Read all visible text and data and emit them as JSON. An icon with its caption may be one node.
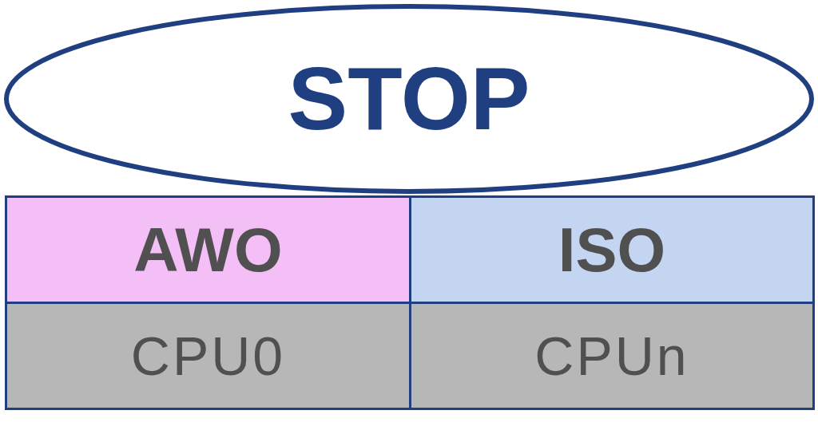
{
  "diagram": {
    "nodes": [
      {
        "text": [
          "STOP"
        ]
      },
      {
        "text": [
          "AWO"
        ]
      },
      {
        "text": [
          "ISO"
        ]
      },
      {
        "text": [
          "CPU0"
        ]
      },
      {
        "text": [
          "CPUn"
        ]
      }
    ]
  }
}
